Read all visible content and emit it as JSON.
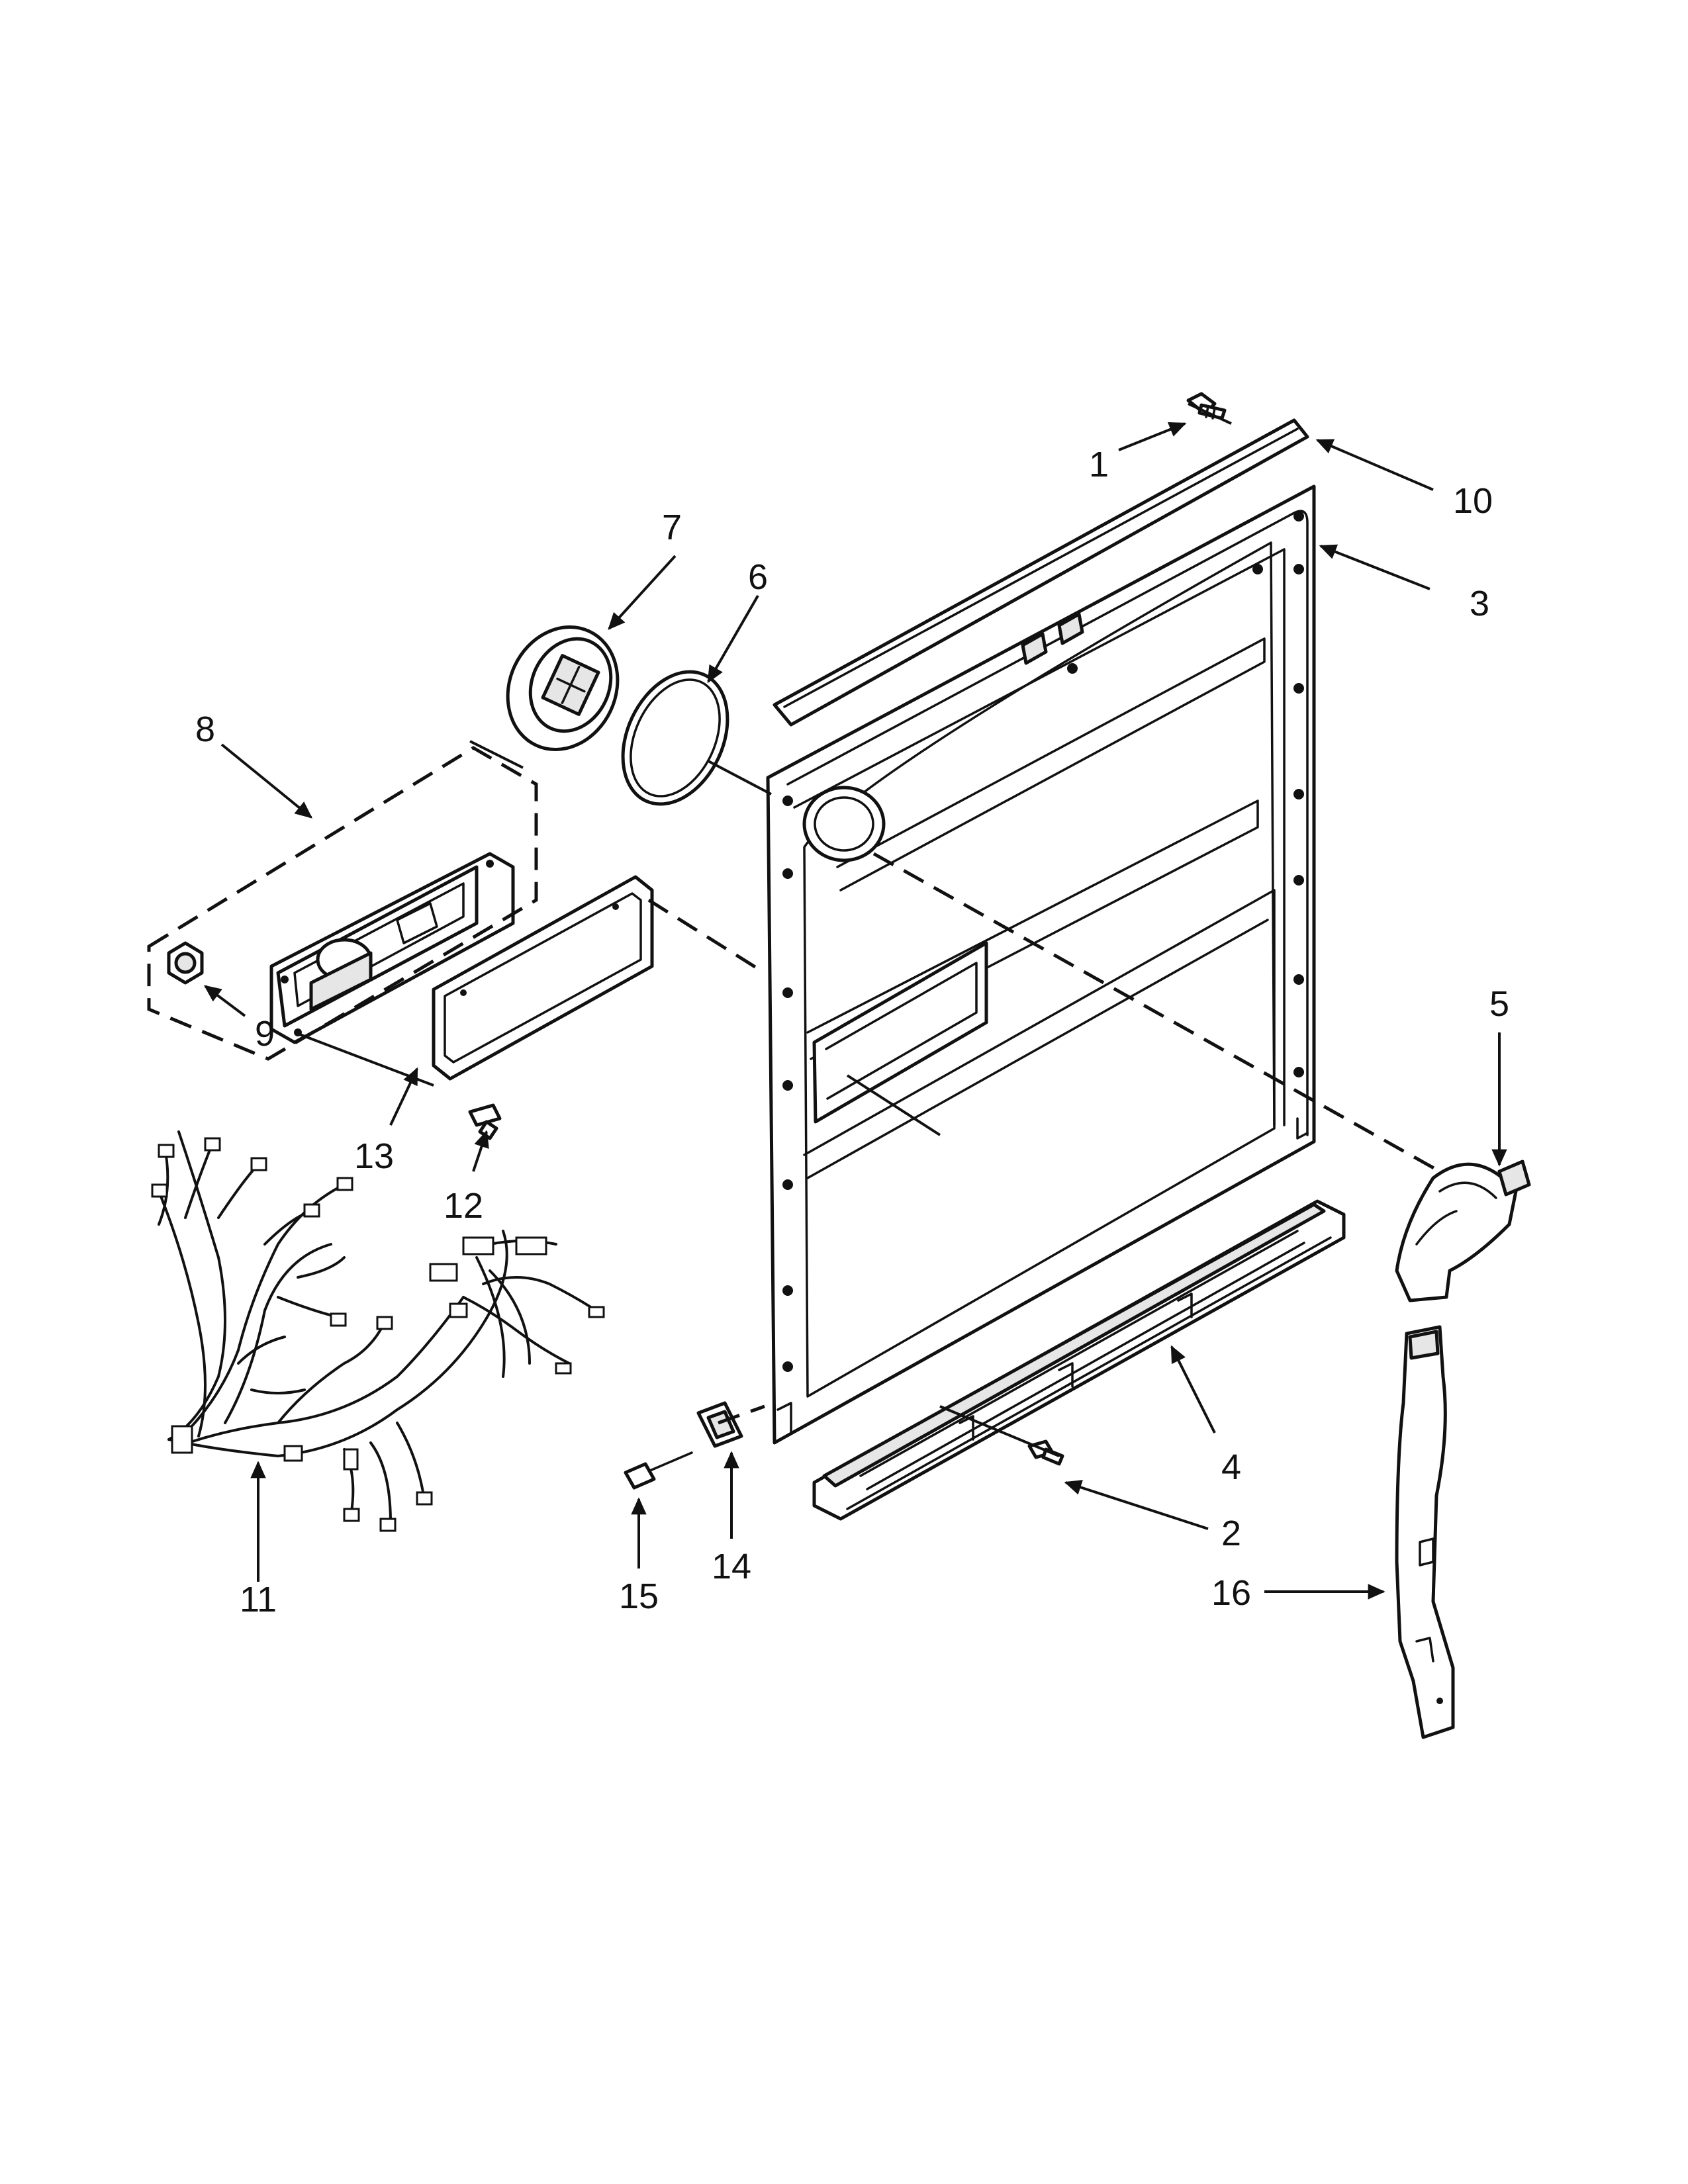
{
  "diagram": {
    "callouts": {
      "c1": "1",
      "c2": "2",
      "c3": "3",
      "c4": "4",
      "c5": "5",
      "c6": "6",
      "c7": "7",
      "c8": "8",
      "c9": "9",
      "c10": "10",
      "c11": "11",
      "c12": "12",
      "c13": "13",
      "c14": "14",
      "c15": "15",
      "c16": "16"
    }
  }
}
